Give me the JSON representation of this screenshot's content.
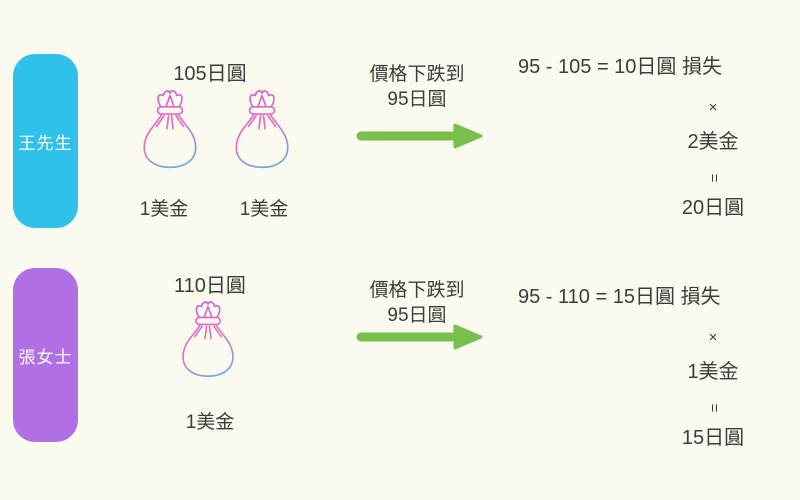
{
  "canvas": {
    "background": "#FAFAEF",
    "text_color": "#3C3C3C"
  },
  "colors": {
    "pill_cyan": "#2FC1E9",
    "pill_purple": "#B06FE3",
    "arrow_green": "#77C04C",
    "bag_gradient_top": "#C75FE0",
    "bag_gradient_mid": "#EE6DB9",
    "bag_gradient_bottom": "#4FB0F2"
  },
  "rows": [
    {
      "person": "王先生",
      "price_label": "105日圓",
      "bags": [
        {
          "label": "1美金"
        },
        {
          "label": "1美金"
        }
      ],
      "arrow_label_line1": "價格下跌到",
      "arrow_label_line2": "95日圓",
      "calc_line": "95 - 105 = 10日圓 損失",
      "multiply_symbol": "×",
      "multiplier": "2美金",
      "equals_symbol": "=",
      "result": "20日圓"
    },
    {
      "person": "張女士",
      "price_label": "110日圓",
      "bags": [
        {
          "label": "1美金"
        }
      ],
      "arrow_label_line1": "價格下跌到",
      "arrow_label_line2": "95日圓",
      "calc_line": "95 - 110 = 15日圓 損失",
      "multiply_symbol": "×",
      "multiplier": "1美金",
      "equals_symbol": "=",
      "result": "15日圓"
    }
  ]
}
